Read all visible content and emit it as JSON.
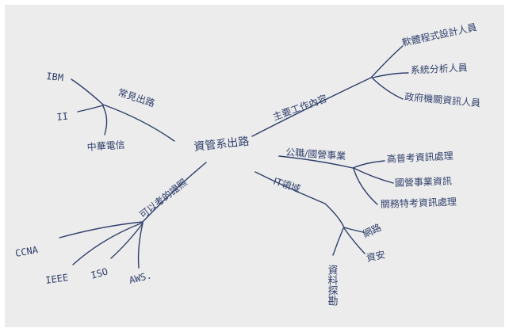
{
  "map": {
    "center": "資管系出路",
    "branches": {
      "work": {
        "label": "主要工作內容",
        "children": [
          "軟體程式設計人員",
          "系統分析人員",
          "政府機關資訊人員"
        ]
      },
      "public": {
        "label": "公職/國營事業",
        "children": [
          "高普考資訊處理",
          "國營事業資訊",
          "關務特考資訊處理"
        ]
      },
      "it": {
        "label": "IT領域",
        "children": [
          "網路",
          "資安"
        ],
        "vertical": "資料探勘"
      },
      "cert": {
        "label": "可以考的證照",
        "children": [
          "CCNA",
          "IEEE",
          "ISO",
          "AWS."
        ]
      },
      "career": {
        "label": "常見出路",
        "children": [
          "IBM",
          "II",
          "中華電信"
        ]
      }
    }
  },
  "colors": {
    "paper": "#ececec",
    "ink": "#2f3f6b"
  }
}
